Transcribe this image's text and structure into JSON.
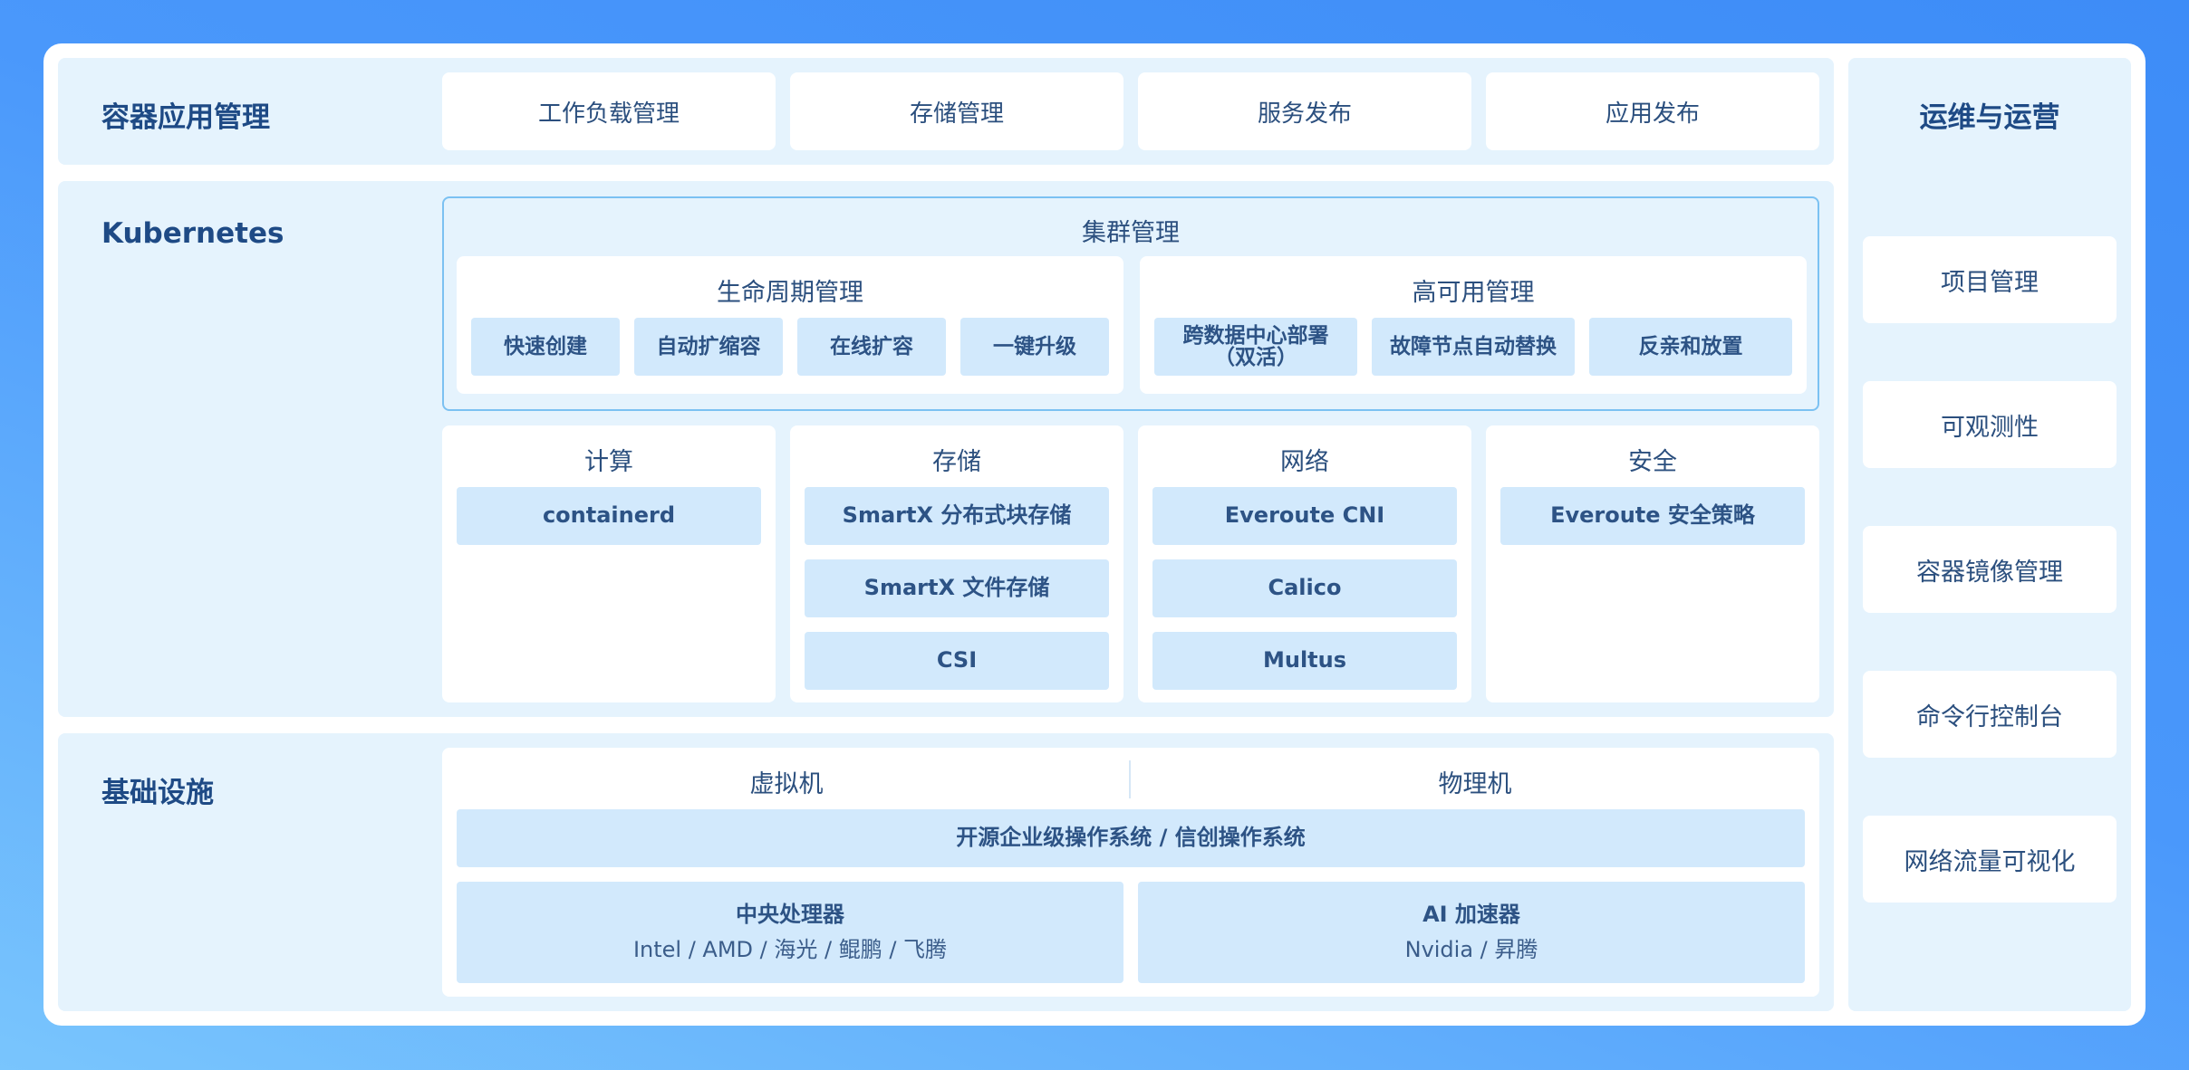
{
  "colors": {
    "background_gradient": [
      "#3d8cf7",
      "#79c5fd"
    ],
    "panel": "#e5f3fd",
    "chip": "#d2e9fc",
    "cluster_border": "#7bc1f2",
    "title_text": "#1e4a85"
  },
  "app_management": {
    "title": "容器应用管理",
    "items": [
      "工作负载管理",
      "存储管理",
      "服务发布",
      "应用发布"
    ]
  },
  "kubernetes": {
    "title": "Kubernetes",
    "cluster": {
      "title": "集群管理",
      "lifecycle": {
        "title": "生命周期管理",
        "items": [
          "快速创建",
          "自动扩缩容",
          "在线扩容",
          "一键升级"
        ]
      },
      "ha": {
        "title": "高可用管理",
        "items": [
          "跨数据中心部署\n（双活）",
          "故障节点自动替换",
          "反亲和放置"
        ]
      }
    },
    "compute": {
      "title": "计算",
      "items": [
        "containerd"
      ]
    },
    "storage": {
      "title": "存储",
      "items": [
        "SmartX 分布式块存储",
        "SmartX 文件存储",
        "CSI"
      ]
    },
    "network": {
      "title": "网络",
      "items": [
        "Everoute CNI",
        "Calico",
        "Multus"
      ]
    },
    "security": {
      "title": "安全",
      "items": [
        "Everoute 安全策略"
      ]
    }
  },
  "infrastructure": {
    "title": "基础设施",
    "vm_label": "虚拟机",
    "physical_label": "物理机",
    "os": "开源企业级操作系统 / 信创操作系统",
    "cpu": {
      "title": "中央处理器",
      "detail": "Intel / AMD / 海光 / 鲲鹏 / 飞腾"
    },
    "ai": {
      "title": "AI 加速器",
      "detail": "Nvidia / 昇腾"
    }
  },
  "ops": {
    "title": "运维与运营",
    "items": [
      "项目管理",
      "可观测性",
      "容器镜像管理",
      "命令行控制台",
      "网络流量可视化"
    ]
  }
}
